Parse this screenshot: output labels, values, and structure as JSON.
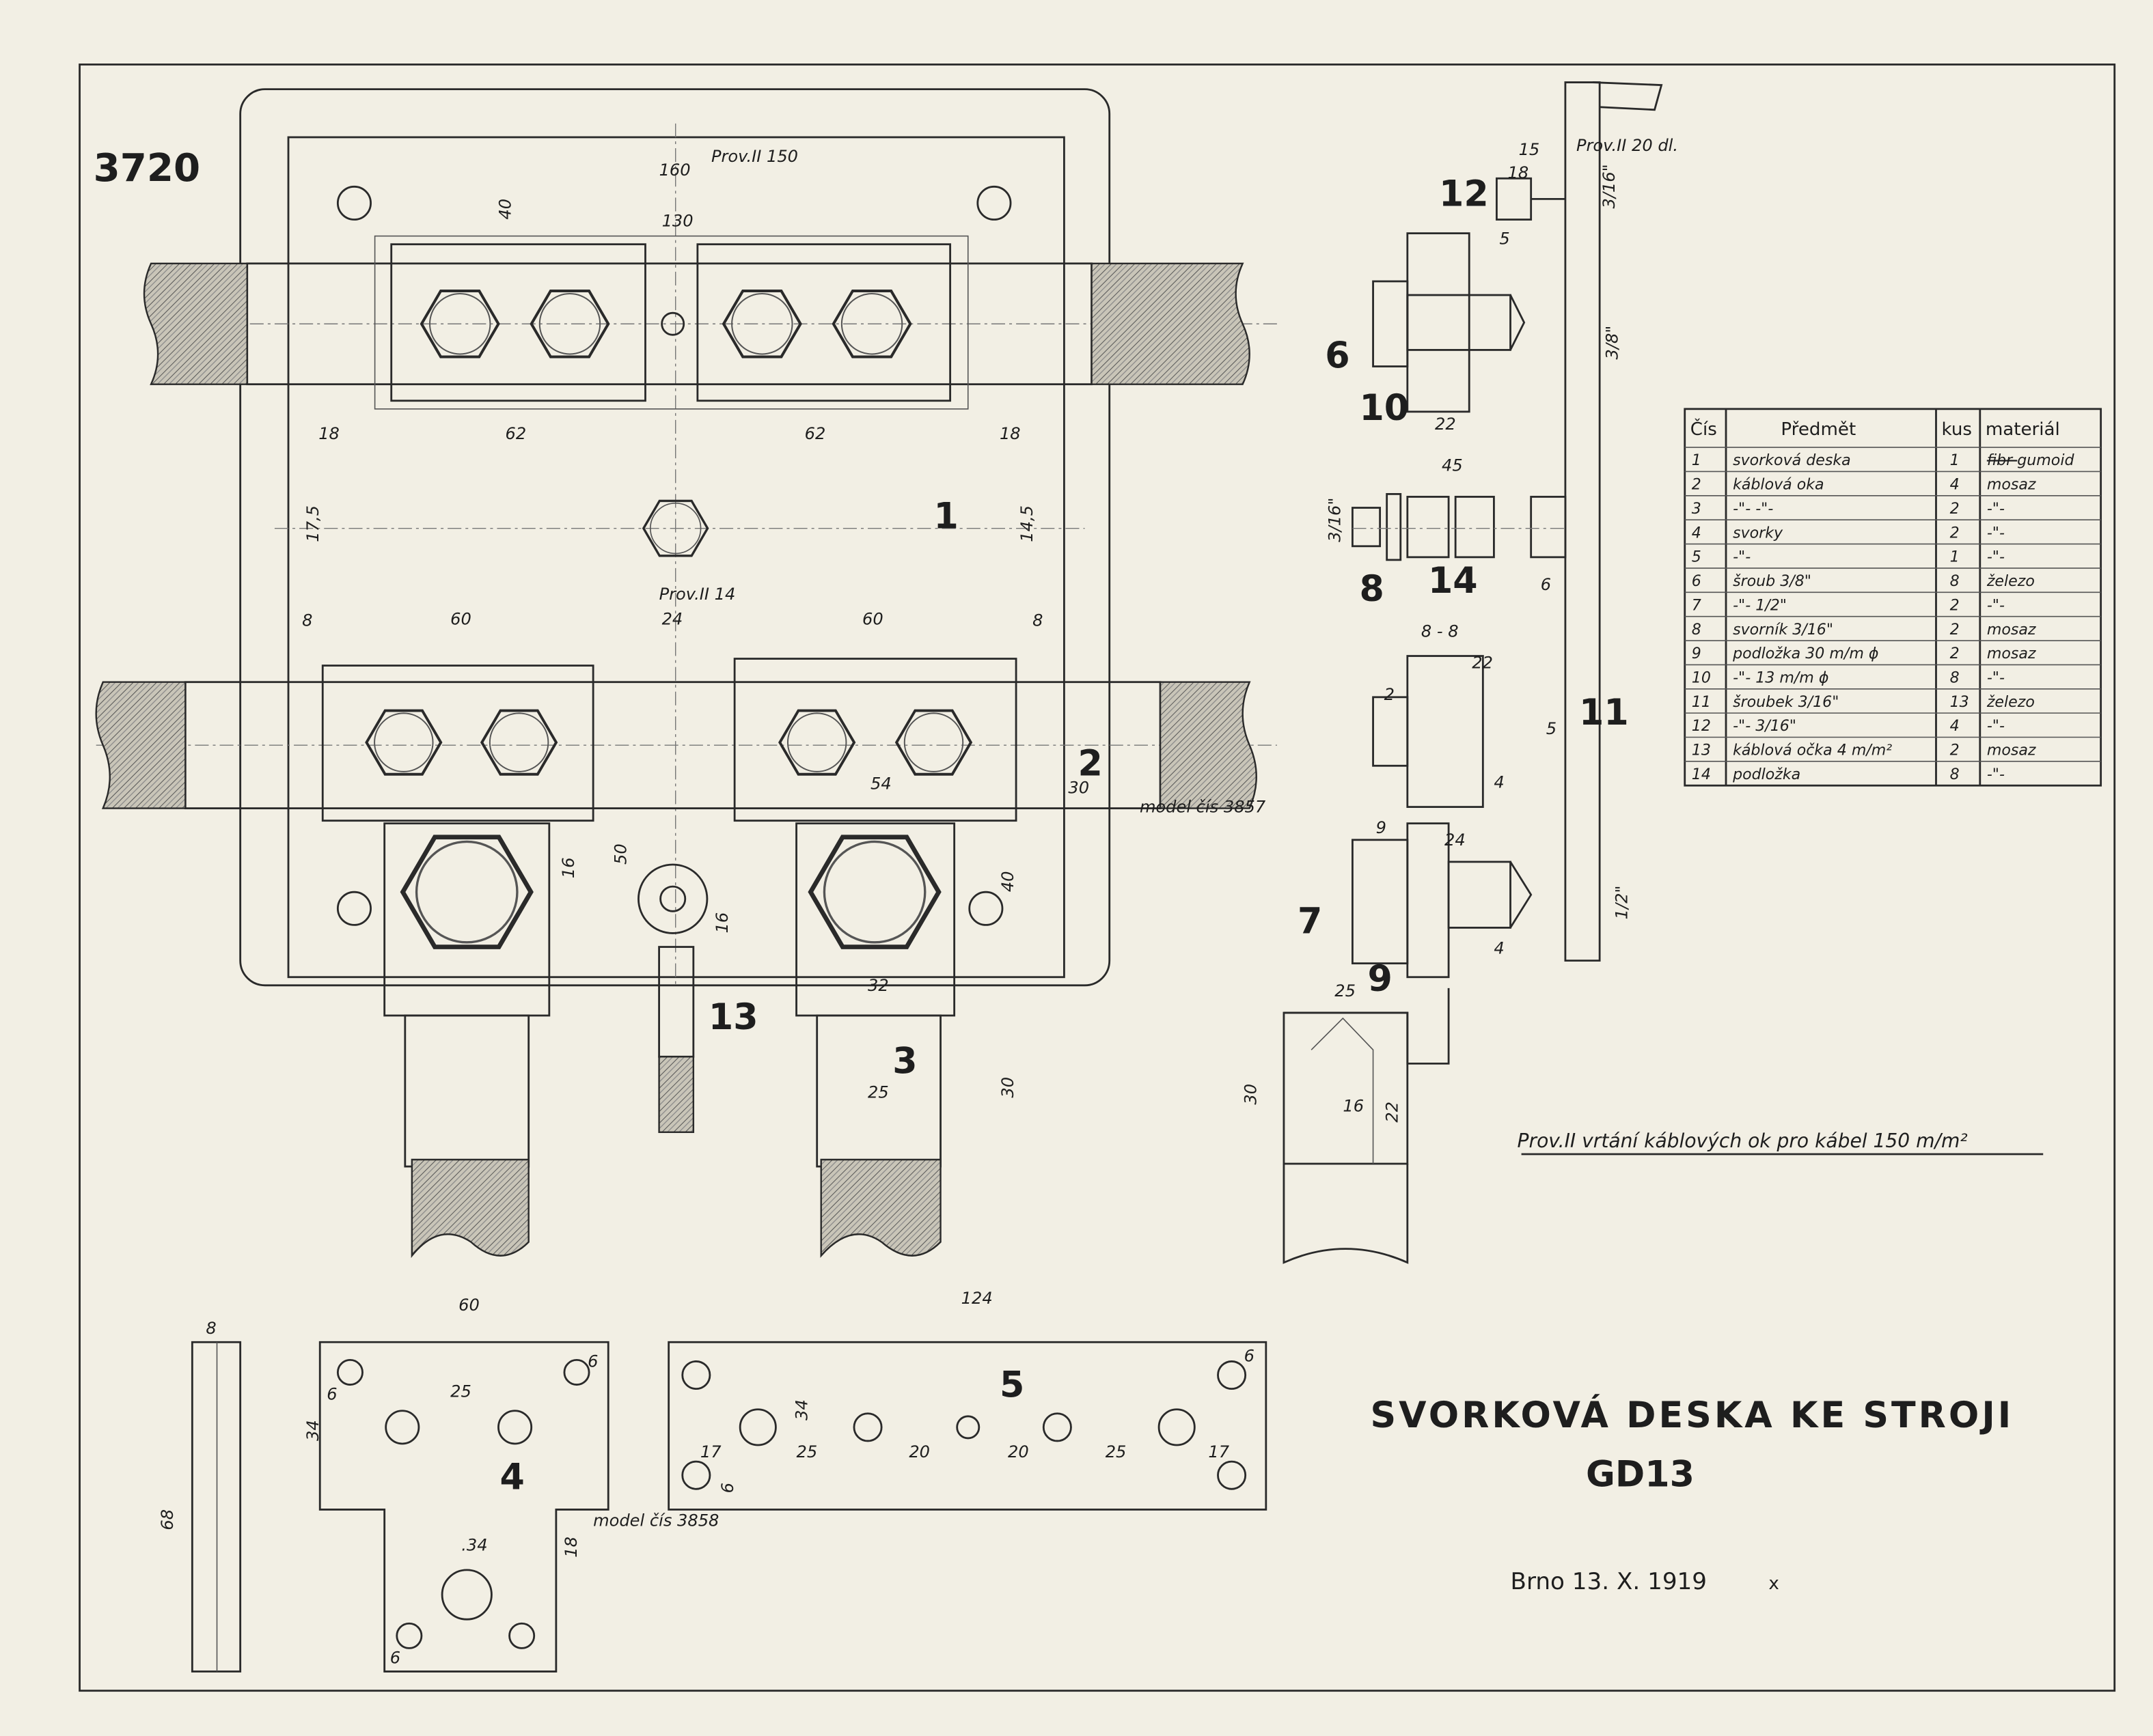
{
  "drawing": {
    "number": "3720",
    "title": "SVORKOVÁ DESKA KE STROJI",
    "model": "GD13",
    "place_date": "Brno 13. X. 1919",
    "mark": "x",
    "note": "Prov.II vrtání káblových ok pro kábel 150 m/m²"
  },
  "dims": [
    "160",
    "Prov.II 150",
    "40",
    "130",
    "18",
    "62",
    "62",
    "18",
    "17,5",
    "1",
    "14,5",
    "Prov.II 14",
    "8",
    "60",
    "24",
    "60",
    "8",
    "2",
    "54",
    "30",
    "model čís 3857",
    "50",
    "16",
    "40",
    "16",
    "32",
    "13",
    "3",
    "25",
    "30",
    "12",
    "15",
    "Prov.II 20 dl.",
    "18",
    "3/16\"",
    "5",
    "6",
    "3/8\"",
    "10",
    "22",
    "45",
    "3/16\"",
    "8",
    "14",
    "6",
    "8 - 8",
    "22",
    "2",
    "11",
    "5",
    "4",
    "9",
    "24",
    "7",
    "1/2\"",
    "4",
    "9",
    "25",
    "30",
    "16",
    "22",
    "60",
    "8",
    "124",
    "6",
    "6",
    "25",
    "34",
    "4",
    "model čís 3858",
    ".34",
    "18",
    "68",
    "6",
    "5",
    "6",
    "34",
    "17",
    "25",
    "20",
    "20",
    "25",
    "17",
    "6"
  ],
  "parts_table": {
    "headers": [
      "Čís",
      "Předmět",
      "kus",
      "materiál"
    ],
    "rows": [
      [
        "1",
        "svorková deska",
        "1",
        "fibr gumoid"
      ],
      [
        "2",
        "káblová oka",
        "4",
        "mosaz"
      ],
      [
        "3",
        "-\"-   -\"-",
        "2",
        "-\"-"
      ],
      [
        "4",
        "svorky",
        "2",
        "-\"-"
      ],
      [
        "5",
        "-\"-",
        "1",
        "-\"-"
      ],
      [
        "6",
        "šroub 3/8\"",
        "8",
        "železo"
      ],
      [
        "7",
        "-\"-  1/2\"",
        "2",
        "-\"-"
      ],
      [
        "8",
        "svorník 3/16\"",
        "2",
        "mosaz"
      ],
      [
        "9",
        "podložka 30 m/m ϕ",
        "2",
        "mosaz"
      ],
      [
        "10",
        "-\"-  13 m/m ϕ",
        "8",
        "-\"-"
      ],
      [
        "11",
        "šroubek 3/16\"",
        "13",
        "železo"
      ],
      [
        "12",
        "-\"-  3/16\"",
        "4",
        "-\"-"
      ],
      [
        "13",
        "káblová očka 4 m/m²",
        "2",
        "mosaz"
      ],
      [
        "14",
        "podložka",
        "8",
        "-\"-"
      ]
    ]
  }
}
